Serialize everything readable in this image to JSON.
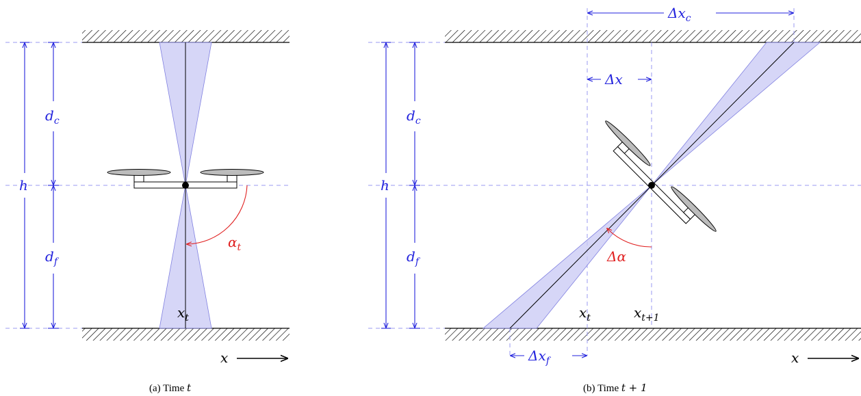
{
  "colors": {
    "dimension": "#2222dd",
    "angle": "#e02020",
    "cone_fill": "#c8c8f4",
    "cone_edge": "#8080e0",
    "guide": "#9a9af0",
    "propeller": "#bcbcbc",
    "ink": "#000000"
  },
  "panel_a": {
    "caption_prefix": "(a) Time ",
    "caption_var": "t",
    "h": {
      "base": "h",
      "sub": ""
    },
    "d_c": {
      "base": "d",
      "sub": "c"
    },
    "d_f": {
      "base": "d",
      "sub": "f"
    },
    "alpha_t": {
      "base": "α",
      "sub": "t"
    },
    "x_t": {
      "base": "x",
      "sub": "t"
    },
    "axis": "x"
  },
  "panel_b": {
    "caption_prefix": "(b) Time ",
    "caption_var": "t + 1",
    "h": {
      "base": "h",
      "sub": ""
    },
    "d_c": {
      "base": "d",
      "sub": "c"
    },
    "d_f": {
      "base": "d",
      "sub": "f"
    },
    "delta_x_c": {
      "base": "Δx",
      "sub": "c"
    },
    "delta_x": {
      "base": "Δx",
      "sub": ""
    },
    "delta_alpha": {
      "base": "Δα",
      "sub": ""
    },
    "x_t": {
      "base": "x",
      "sub": "t"
    },
    "x_t1": {
      "base": "x",
      "sub": "t+1"
    },
    "delta_x_f": {
      "base": "Δx",
      "sub": "f"
    },
    "axis": "x"
  }
}
